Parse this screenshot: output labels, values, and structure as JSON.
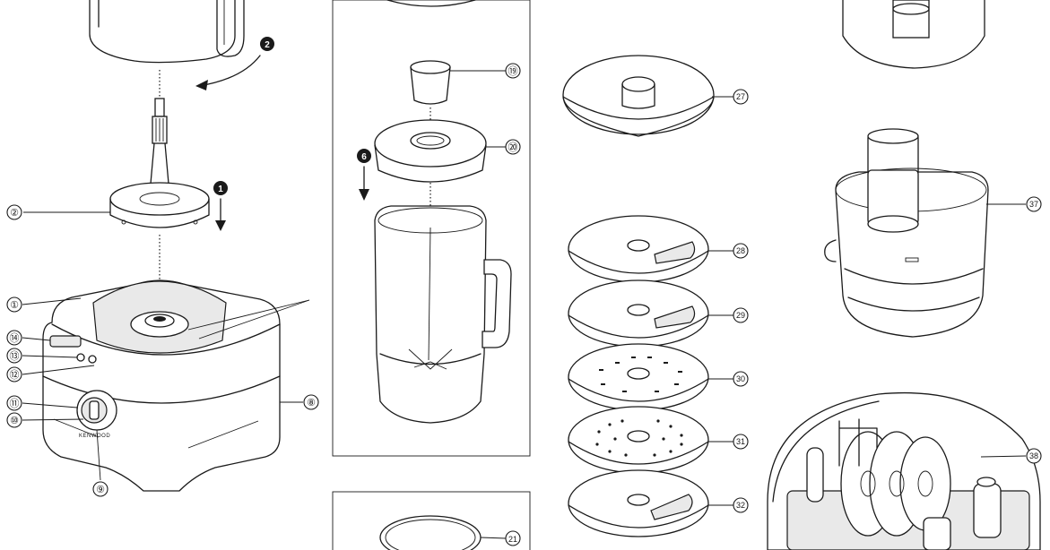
{
  "callouts": [
    {
      "id": "c1",
      "label": "①"
    },
    {
      "id": "c2",
      "label": "②"
    },
    {
      "id": "c8",
      "label": "⑧"
    },
    {
      "id": "c9",
      "label": "⑨"
    },
    {
      "id": "c10",
      "label": "⑩"
    },
    {
      "id": "c11",
      "label": "⑪"
    },
    {
      "id": "c12",
      "label": "⑫"
    },
    {
      "id": "c13",
      "label": "⑬"
    },
    {
      "id": "c14",
      "label": "⑭"
    },
    {
      "id": "c19",
      "label": "⑲"
    },
    {
      "id": "c20",
      "label": "⑳"
    },
    {
      "id": "c21",
      "label": "21"
    },
    {
      "id": "c27",
      "label": "27"
    },
    {
      "id": "c28",
      "label": "28"
    },
    {
      "id": "c29",
      "label": "29"
    },
    {
      "id": "c30",
      "label": "30"
    },
    {
      "id": "c31",
      "label": "31"
    },
    {
      "id": "c32",
      "label": "32"
    },
    {
      "id": "c37",
      "label": "37"
    },
    {
      "id": "c38",
      "label": "38"
    }
  ],
  "steps": [
    {
      "id": "s1",
      "label": "1"
    },
    {
      "id": "s2",
      "label": "2"
    },
    {
      "id": "s6",
      "label": "6"
    }
  ],
  "brand_text": "KENWOOD",
  "colors": {
    "ink": "#1a1a1a",
    "fill": "#e9e9e9",
    "background": "#ffffff"
  }
}
